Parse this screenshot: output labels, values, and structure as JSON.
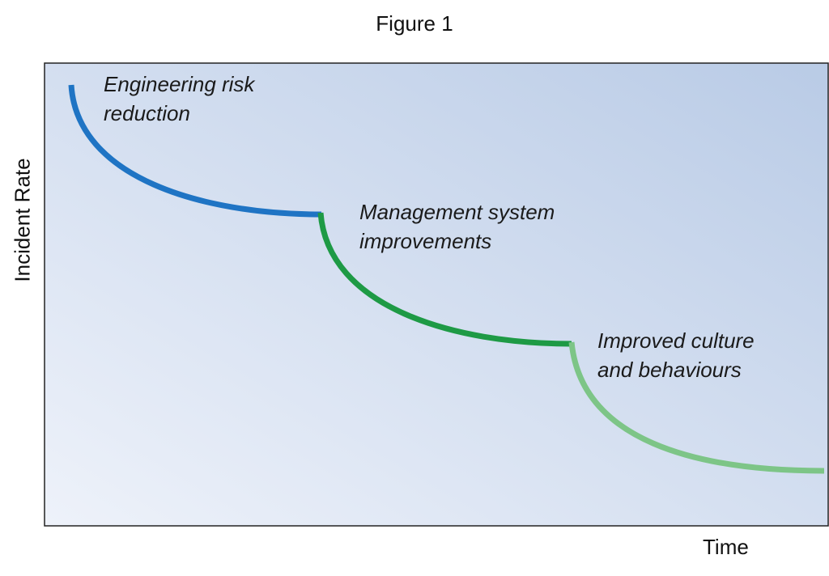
{
  "figure": {
    "title": "Figure 1",
    "ylabel": "Incident Rate",
    "xlabel": "Time"
  },
  "stages": [
    {
      "name": "engineering",
      "lines": [
        "Engineering risk",
        "reduction"
      ],
      "color": "#1f74c4"
    },
    {
      "name": "management",
      "lines": [
        "Management system",
        "improvements"
      ],
      "color": "#1e9a45"
    },
    {
      "name": "culture",
      "lines": [
        "Improved culture",
        "and behaviours"
      ],
      "color": "#7dc587"
    }
  ],
  "colors": {
    "plot_border": "#222222",
    "plot_gradient_light": "#eef2fa",
    "plot_gradient_dark": "#b9cbe6"
  }
}
